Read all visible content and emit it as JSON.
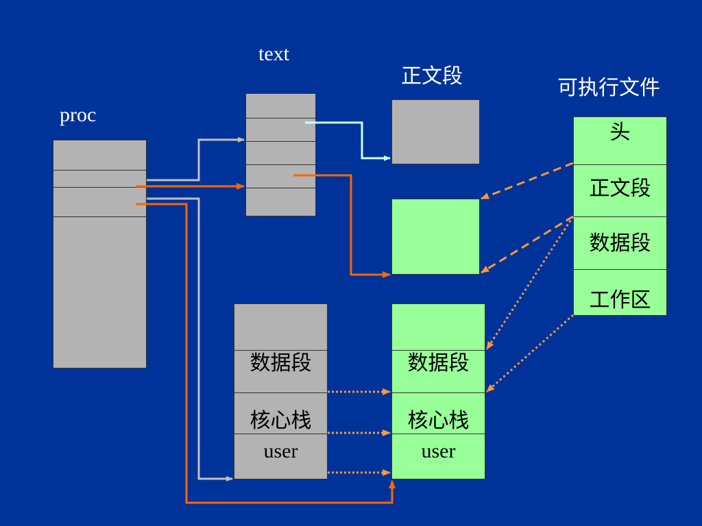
{
  "labels": {
    "proc": "proc",
    "text": "text",
    "text_segment": "正文段",
    "executable": "可执行文件"
  },
  "executable_file": {
    "rows": [
      "头",
      "正文段",
      "数据段",
      "工作区"
    ]
  },
  "gray_image": {
    "rows": [
      "",
      "数据段",
      "核心栈",
      "user"
    ]
  },
  "green_image": {
    "rows": [
      "",
      "数据段",
      "核心栈",
      "user"
    ]
  },
  "colors": {
    "background": "#003399",
    "gray": "#b3b3b3",
    "green": "#99ff99",
    "orange": "#ff6600",
    "dashed_orange": "#ff9933",
    "light_blue": "#ccffff",
    "light_gray_line": "#c0c0c0"
  }
}
